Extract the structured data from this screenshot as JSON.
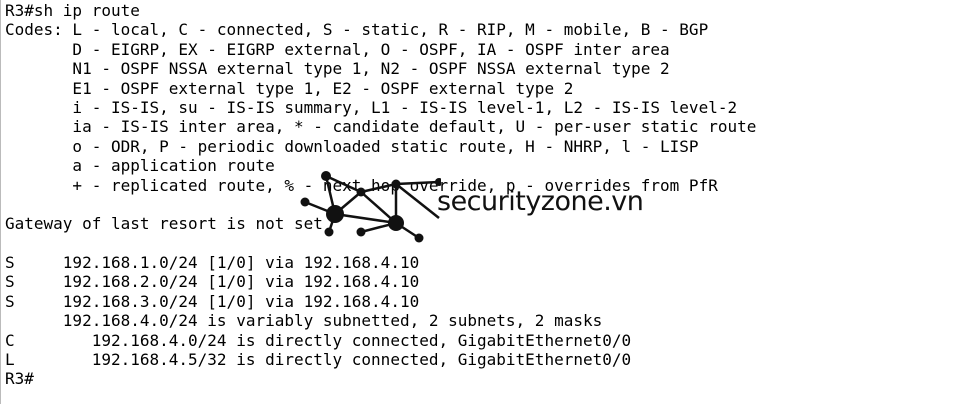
{
  "terminal": {
    "lines": [
      "R3#sh ip route",
      "Codes: L - local, C - connected, S - static, R - RIP, M - mobile, B - BGP",
      "       D - EIGRP, EX - EIGRP external, O - OSPF, IA - OSPF inter area",
      "       N1 - OSPF NSSA external type 1, N2 - OSPF NSSA external type 2",
      "       E1 - OSPF external type 1, E2 - OSPF external type 2",
      "       i - IS-IS, su - IS-IS summary, L1 - IS-IS level-1, L2 - IS-IS level-2",
      "       ia - IS-IS inter area, * - candidate default, U - per-user static route",
      "       o - ODR, P - periodic downloaded static route, H - NHRP, l - LISP",
      "       a - application route",
      "       + - replicated route, % - next hop override, p - overrides from PfR",
      "",
      "Gateway of last resort is not set",
      "",
      "S     192.168.1.0/24 [1/0] via 192.168.4.10",
      "S     192.168.2.0/24 [1/0] via 192.168.4.10",
      "S     192.168.3.0/24 [1/0] via 192.168.4.10",
      "      192.168.4.0/24 is variably subnetted, 2 subnets, 2 masks",
      "C        192.168.4.0/24 is directly connected, GigabitEthernet0/0",
      "L        192.168.4.5/32 is directly connected, GigabitEthernet0/0",
      "R3#"
    ]
  },
  "watermark": {
    "text": "securityzone.vn",
    "color": "#111111",
    "icon": "network-nodes-icon"
  }
}
